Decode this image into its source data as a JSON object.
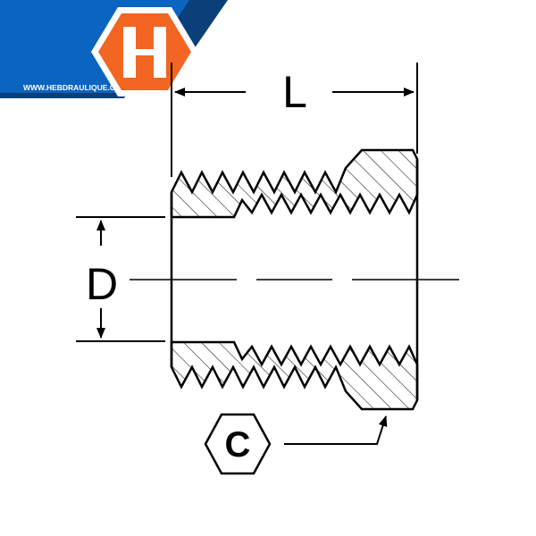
{
  "logo": {
    "letter": "H",
    "url": "WWW.HEBDRAULIQUE.CA"
  },
  "colors": {
    "blue": "#0a64c0",
    "dark_blue": "#0b3f7a",
    "orange": "#f26522"
  },
  "drawing": {
    "length_label": "L",
    "diameter_label": "D",
    "hex_label": "C"
  }
}
